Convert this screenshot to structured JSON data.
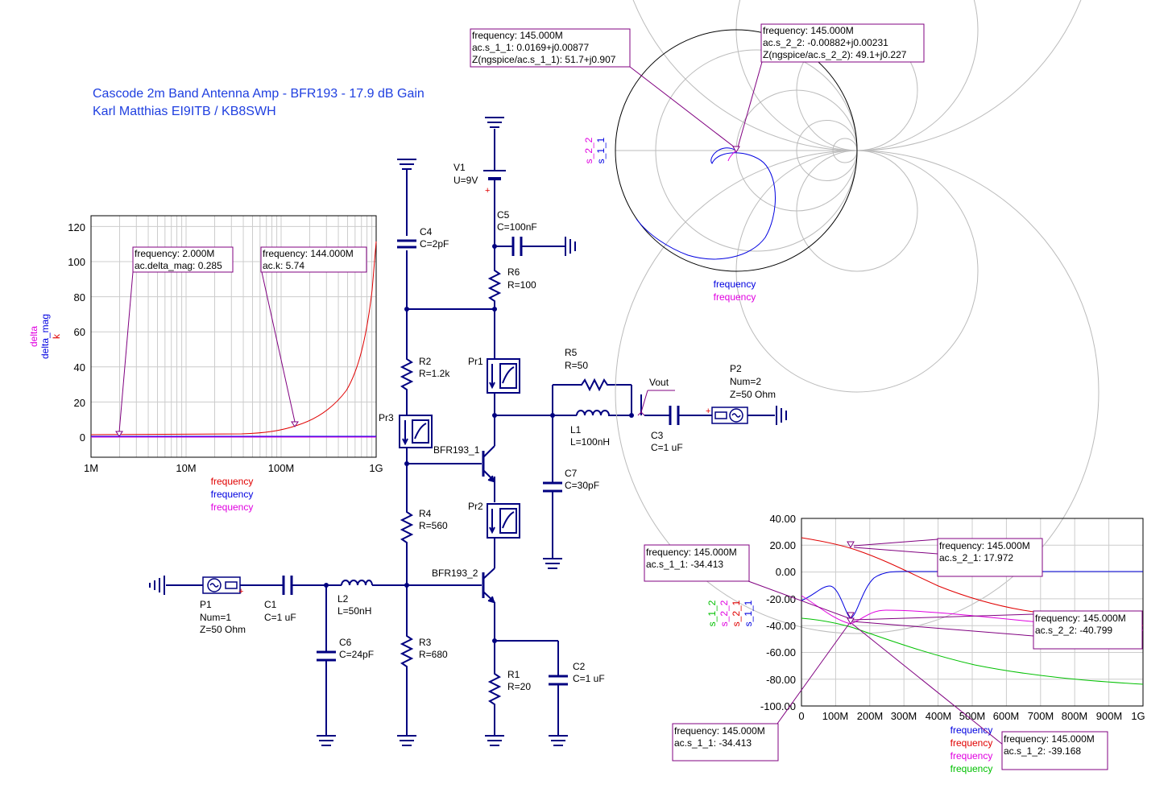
{
  "title": {
    "line1": "Cascode 2m Band Antenna Amp - BFR193 - 17.9 dB Gain",
    "line2": "Karl Matthias EI9ITB / KB8SWH"
  },
  "colors": {
    "wire": "#000080",
    "title": "#1f3fe0",
    "red": "#e00000",
    "blue": "#0000e0",
    "magenta": "#e000e0",
    "green": "#00c000",
    "marker_border": "#800080"
  },
  "components": {
    "v1": {
      "name": "V1",
      "value": "U=9V"
    },
    "c4": {
      "name": "C4",
      "value": "C=2pF"
    },
    "c5": {
      "name": "C5",
      "value": "C=100nF"
    },
    "r6": {
      "name": "R6",
      "value": "R=100"
    },
    "r2": {
      "name": "R2",
      "value": "R=1.2k"
    },
    "pr1": {
      "name": "Pr1"
    },
    "pr2": {
      "name": "Pr2"
    },
    "pr3": {
      "name": "Pr3"
    },
    "r5": {
      "name": "R5",
      "value": "R=50"
    },
    "vout": {
      "name": "Vout"
    },
    "p2": {
      "name": "P2",
      "num": "Num=2",
      "z": "Z=50 Ohm"
    },
    "l1": {
      "name": "L1",
      "value": "L=100nH"
    },
    "c3": {
      "name": "C3",
      "value": "C=1 uF"
    },
    "q1": {
      "name": "BFR193_1"
    },
    "c7": {
      "name": "C7",
      "value": "C=30pF"
    },
    "r4": {
      "name": "R4",
      "value": "R=560"
    },
    "q2": {
      "name": "BFR193_2"
    },
    "p1": {
      "name": "P1",
      "num": "Num=1",
      "z": "Z=50 Ohm"
    },
    "c1": {
      "name": "C1",
      "value": "C=1 uF"
    },
    "l2": {
      "name": "L2",
      "value": "L=50nH"
    },
    "c6": {
      "name": "C6",
      "value": "C=24pF"
    },
    "r3": {
      "name": "R3",
      "value": "R=680"
    },
    "r1": {
      "name": "R1",
      "value": "R=20"
    },
    "c2": {
      "name": "C2",
      "value": "C=1 uF"
    }
  },
  "stability_plot": {
    "y_ticks": [
      "120",
      "100",
      "80",
      "60",
      "40",
      "20",
      "0"
    ],
    "x_ticks": [
      "1M",
      "10M",
      "100M",
      "1G"
    ],
    "y_labels": [
      {
        "text": "delta",
        "color": "#e000e0"
      },
      {
        "text": "delta_mag",
        "color": "#0000e0"
      },
      {
        "text": "k",
        "color": "#e00000"
      }
    ],
    "x_labels": [
      {
        "text": "frequency",
        "color": "#e00000"
      },
      {
        "text": "frequency",
        "color": "#0000e0"
      },
      {
        "text": "frequency",
        "color": "#e000e0"
      }
    ],
    "marker1": {
      "line1": "frequency: 2.000M",
      "line2": "ac.delta_mag: 0.285"
    },
    "marker2": {
      "line1": "frequency: 144.000M",
      "line2": "ac.k: 5.74"
    }
  },
  "smith_chart": {
    "y_labels": [
      {
        "text": "s_2_2",
        "color": "#e000e0"
      },
      {
        "text": "s_1_1",
        "color": "#0000e0"
      }
    ],
    "x_labels": [
      {
        "text": "frequency",
        "color": "#0000e0"
      },
      {
        "text": "frequency",
        "color": "#e000e0"
      }
    ],
    "marker1": {
      "line1": "frequency: 145.000M",
      "line2": "ac.s_1_1: 0.0169+j0.00877",
      "line3": "Z(ngspice/ac.s_1_1): 51.7+j0.907"
    },
    "marker2": {
      "line1": "frequency: 145.000M",
      "line2": "ac.s_2_2: -0.00882+j0.00231",
      "line3": "Z(ngspice/ac.s_2_2): 49.1+j0.227"
    }
  },
  "sparam_plot": {
    "y_ticks": [
      "40.00",
      "20.00",
      "0.00",
      "-20.00",
      "-40.00",
      "-60.00",
      "-80.00",
      "-100.00"
    ],
    "x_ticks": [
      "0",
      "100M",
      "200M",
      "300M",
      "400M",
      "500M",
      "600M",
      "700M",
      "800M",
      "900M",
      "1G"
    ],
    "y_labels": [
      {
        "text": "s_1_2",
        "color": "#00c000"
      },
      {
        "text": "s_2_2",
        "color": "#e000e0"
      },
      {
        "text": "s_2_1",
        "color": "#e00000"
      },
      {
        "text": "s_1_1",
        "color": "#0000e0"
      }
    ],
    "x_labels": [
      {
        "text": "frequency",
        "color": "#0000e0"
      },
      {
        "text": "frequency",
        "color": "#e00000"
      },
      {
        "text": "frequency",
        "color": "#e000e0"
      },
      {
        "text": "frequency",
        "color": "#00c000"
      }
    ],
    "marker_s21": {
      "line1": "frequency: 145.000M",
      "line2": "ac.s_2_1: 17.972"
    },
    "marker_s11_top": {
      "line1": "frequency: 145.000M",
      "line2": "ac.s_1_1: -34.413"
    },
    "marker_s22": {
      "line1": "frequency: 145.000M",
      "line2": "ac.s_2_2: -40.799"
    },
    "marker_s11_bottom": {
      "line1": "frequency: 145.000M",
      "line2": "ac.s_1_1: -34.413"
    },
    "marker_s12": {
      "line1": "frequency: 145.000M",
      "line2": "ac.s_1_2: -39.168"
    }
  }
}
